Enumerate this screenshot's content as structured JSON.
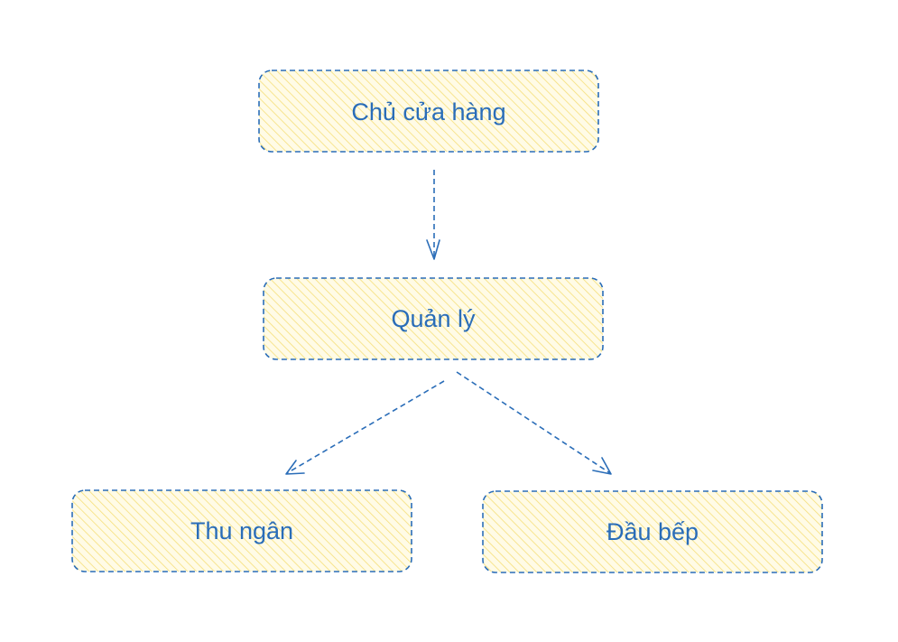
{
  "colors": {
    "stroke": "#2a6db8",
    "fill": "#fdf3b8",
    "text": "#2a6db8"
  },
  "nodes": {
    "owner": {
      "label": "Chủ cửa hàng"
    },
    "manager": {
      "label": "Quản lý"
    },
    "cashier": {
      "label": "Thu ngân"
    },
    "chef": {
      "label": "Đầu bếp"
    }
  },
  "edges": [
    {
      "from": "owner",
      "to": "manager"
    },
    {
      "from": "manager",
      "to": "cashier"
    },
    {
      "from": "manager",
      "to": "chef"
    }
  ]
}
